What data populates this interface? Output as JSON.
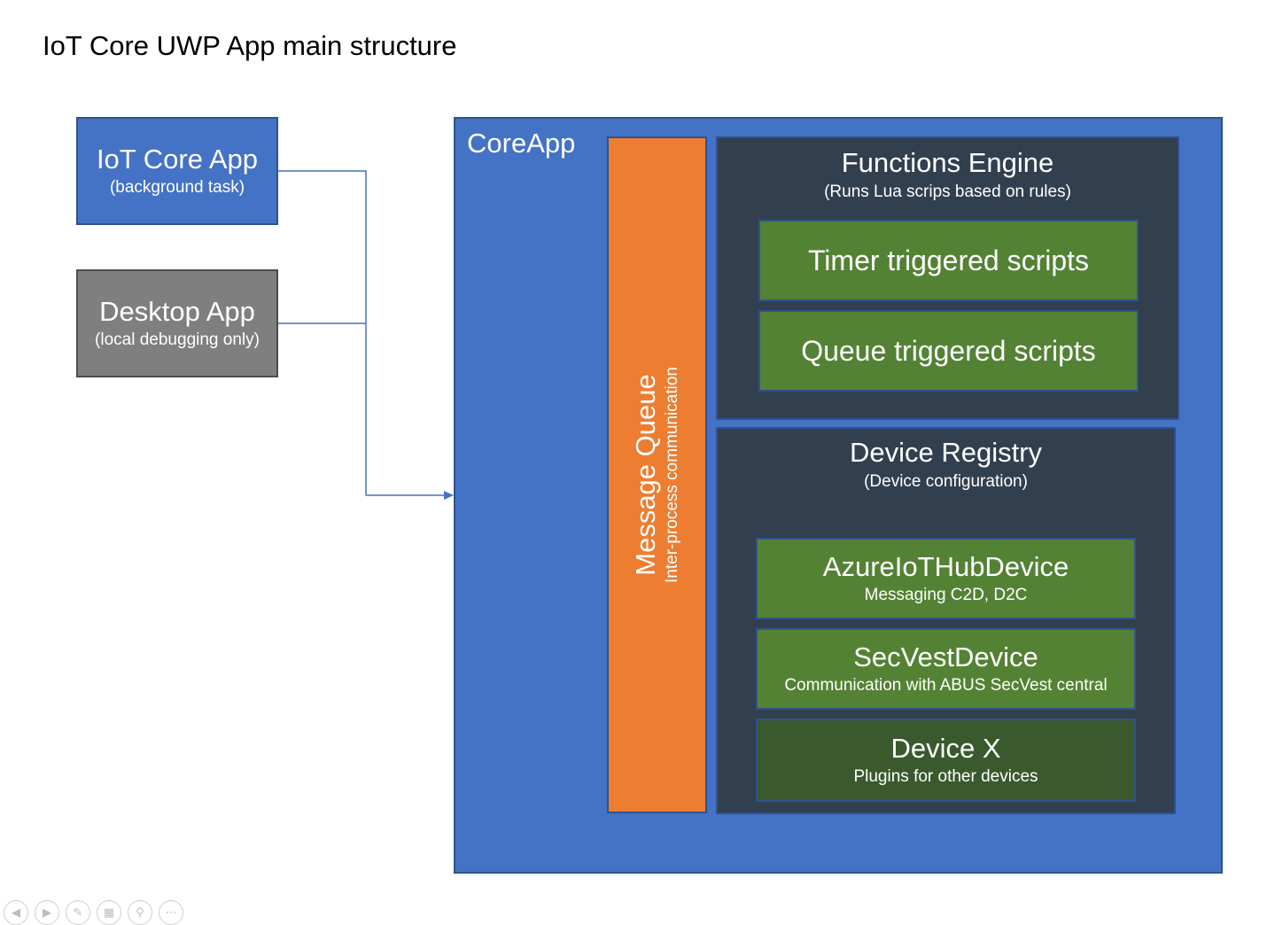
{
  "title": "IoT Core UWP App main structure",
  "iot_core_app": {
    "title": "IoT Core App",
    "subtitle": "(background task)"
  },
  "desktop_app": {
    "title": "Desktop App",
    "subtitle": "(local debugging only)"
  },
  "core_app": {
    "label": "CoreApp"
  },
  "message_queue": {
    "title": "Message Queue",
    "subtitle": "Inter-process communication"
  },
  "functions_engine": {
    "title": "Functions Engine",
    "subtitle": "(Runs Lua scrips based on rules)",
    "items": [
      {
        "title": "Timer triggered scripts"
      },
      {
        "title": "Queue triggered scripts"
      }
    ]
  },
  "device_registry": {
    "title": "Device Registry",
    "subtitle": "(Device configuration)",
    "devices": [
      {
        "title": "AzureIoTHubDevice",
        "subtitle": "Messaging C2D, D2C"
      },
      {
        "title": "SecVestDevice",
        "subtitle": "Communication with ABUS SecVest central"
      },
      {
        "title": "Device X",
        "subtitle": "Plugins for other devices"
      }
    ]
  },
  "colors": {
    "blue": "#4472c4",
    "gray": "#7f7f7f",
    "orange": "#ed7d31",
    "dark": "#323f4f",
    "green": "#548235",
    "green_dark": "#3a5a2e",
    "border": "#2f528f"
  },
  "controls": [
    "previous-icon",
    "next-icon",
    "pen-icon",
    "slides-icon",
    "zoom-icon",
    "more-icon"
  ]
}
